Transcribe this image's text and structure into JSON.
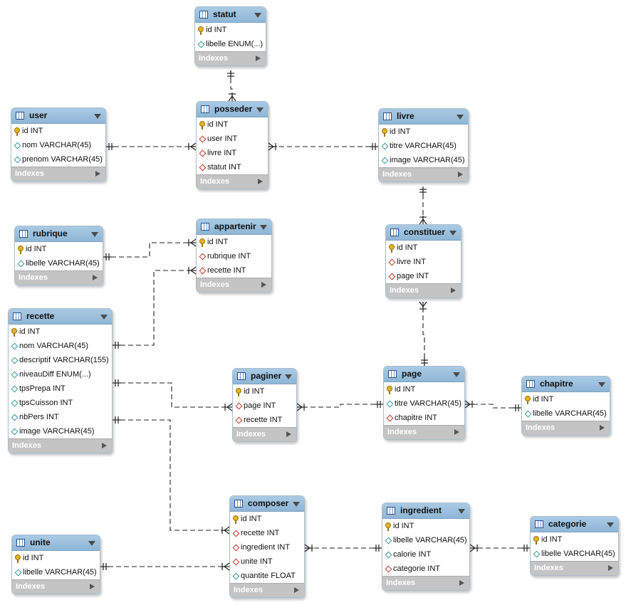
{
  "diagram": {
    "indexes_label": "Indexes",
    "tables": [
      {
        "name": "statut",
        "columns": [
          {
            "text": "id INT",
            "kind": "pk"
          },
          {
            "text": "libelle ENUM(...)",
            "kind": "col"
          }
        ]
      },
      {
        "name": "posseder",
        "columns": [
          {
            "text": "id INT",
            "kind": "pk"
          },
          {
            "text": "user INT",
            "kind": "fk"
          },
          {
            "text": "livre INT",
            "kind": "fk"
          },
          {
            "text": "statut INT",
            "kind": "fk"
          }
        ]
      },
      {
        "name": "user",
        "columns": [
          {
            "text": "id INT",
            "kind": "pk"
          },
          {
            "text": "nom VARCHAR(45)",
            "kind": "col"
          },
          {
            "text": "prenom VARCHAR(45)",
            "kind": "col"
          }
        ]
      },
      {
        "name": "livre",
        "columns": [
          {
            "text": "id INT",
            "kind": "pk"
          },
          {
            "text": "titre VARCHAR(45)",
            "kind": "col"
          },
          {
            "text": "image VARCHAR(45)",
            "kind": "col"
          }
        ]
      },
      {
        "name": "rubrique",
        "columns": [
          {
            "text": "id INT",
            "kind": "pk"
          },
          {
            "text": "libelle VARCHAR(45)",
            "kind": "col"
          }
        ]
      },
      {
        "name": "appartenir",
        "columns": [
          {
            "text": "id INT",
            "kind": "pk"
          },
          {
            "text": "rubrique INT",
            "kind": "fk"
          },
          {
            "text": "recette INT",
            "kind": "fk"
          }
        ]
      },
      {
        "name": "constituer",
        "columns": [
          {
            "text": "id INT",
            "kind": "pk"
          },
          {
            "text": "livre INT",
            "kind": "fk"
          },
          {
            "text": "page INT",
            "kind": "fk"
          }
        ]
      },
      {
        "name": "recette",
        "columns": [
          {
            "text": "id INT",
            "kind": "pk"
          },
          {
            "text": "nom VARCHAR(45)",
            "kind": "col"
          },
          {
            "text": "descriptif VARCHAR(155)",
            "kind": "col"
          },
          {
            "text": "niveauDiff ENUM(...)",
            "kind": "col"
          },
          {
            "text": "tpsPrepa INT",
            "kind": "col"
          },
          {
            "text": "tpsCuisson INT",
            "kind": "col"
          },
          {
            "text": "nbPers INT",
            "kind": "col"
          },
          {
            "text": "image VARCHAR(45)",
            "kind": "col"
          }
        ]
      },
      {
        "name": "paginer",
        "columns": [
          {
            "text": "id INT",
            "kind": "pk"
          },
          {
            "text": "page INT",
            "kind": "fk"
          },
          {
            "text": "recette INT",
            "kind": "fk"
          }
        ]
      },
      {
        "name": "page",
        "columns": [
          {
            "text": "id INT",
            "kind": "pk"
          },
          {
            "text": "titre VARCHAR(45)",
            "kind": "col"
          },
          {
            "text": "chapitre INT",
            "kind": "fk"
          }
        ]
      },
      {
        "name": "chapitre",
        "columns": [
          {
            "text": "id INT",
            "kind": "pk"
          },
          {
            "text": "libelle VARCHAR(45)",
            "kind": "col"
          }
        ]
      },
      {
        "name": "composer",
        "columns": [
          {
            "text": "id INT",
            "kind": "pk"
          },
          {
            "text": "recette INT",
            "kind": "fk"
          },
          {
            "text": "ingredient INT",
            "kind": "fk"
          },
          {
            "text": "unite INT",
            "kind": "fk"
          },
          {
            "text": "quantite FLOAT",
            "kind": "col"
          }
        ]
      },
      {
        "name": "ingredient",
        "columns": [
          {
            "text": "id INT",
            "kind": "pk"
          },
          {
            "text": "libelle VARCHAR(45)",
            "kind": "col"
          },
          {
            "text": "calorie INT",
            "kind": "col"
          },
          {
            "text": "categorie INT",
            "kind": "fk"
          }
        ]
      },
      {
        "name": "categorie",
        "columns": [
          {
            "text": "id INT",
            "kind": "pk"
          },
          {
            "text": "libelle VARCHAR(45)",
            "kind": "col"
          }
        ]
      },
      {
        "name": "unite",
        "columns": [
          {
            "text": "id INT",
            "kind": "pk"
          },
          {
            "text": "libelle VARCHAR(45)",
            "kind": "col"
          }
        ]
      }
    ],
    "relationships": [
      {
        "from": "statut",
        "to": "posseder",
        "type": "one-to-many"
      },
      {
        "from": "user",
        "to": "posseder",
        "type": "one-to-many"
      },
      {
        "from": "livre",
        "to": "posseder",
        "type": "one-to-many"
      },
      {
        "from": "livre",
        "to": "constituer",
        "type": "one-to-many"
      },
      {
        "from": "page",
        "to": "constituer",
        "type": "one-to-many"
      },
      {
        "from": "rubrique",
        "to": "appartenir",
        "type": "one-to-many"
      },
      {
        "from": "recette",
        "to": "appartenir",
        "type": "one-to-many"
      },
      {
        "from": "recette",
        "to": "paginer",
        "type": "one-to-many"
      },
      {
        "from": "page",
        "to": "paginer",
        "type": "one-to-many"
      },
      {
        "from": "chapitre",
        "to": "page",
        "type": "one-to-many"
      },
      {
        "from": "recette",
        "to": "composer",
        "type": "one-to-many"
      },
      {
        "from": "unite",
        "to": "composer",
        "type": "one-to-many"
      },
      {
        "from": "ingredient",
        "to": "composer",
        "type": "one-to-many"
      },
      {
        "from": "categorie",
        "to": "ingredient",
        "type": "one-to-many"
      }
    ],
    "colors": {
      "header": "#9dc0de",
      "border": "#a9bccb",
      "indexes_bar": "#c4c4c4",
      "primary_key": "#e3b324",
      "foreign_key": "#c0392b",
      "column": "#3f9a9a",
      "line": "#222222"
    }
  }
}
